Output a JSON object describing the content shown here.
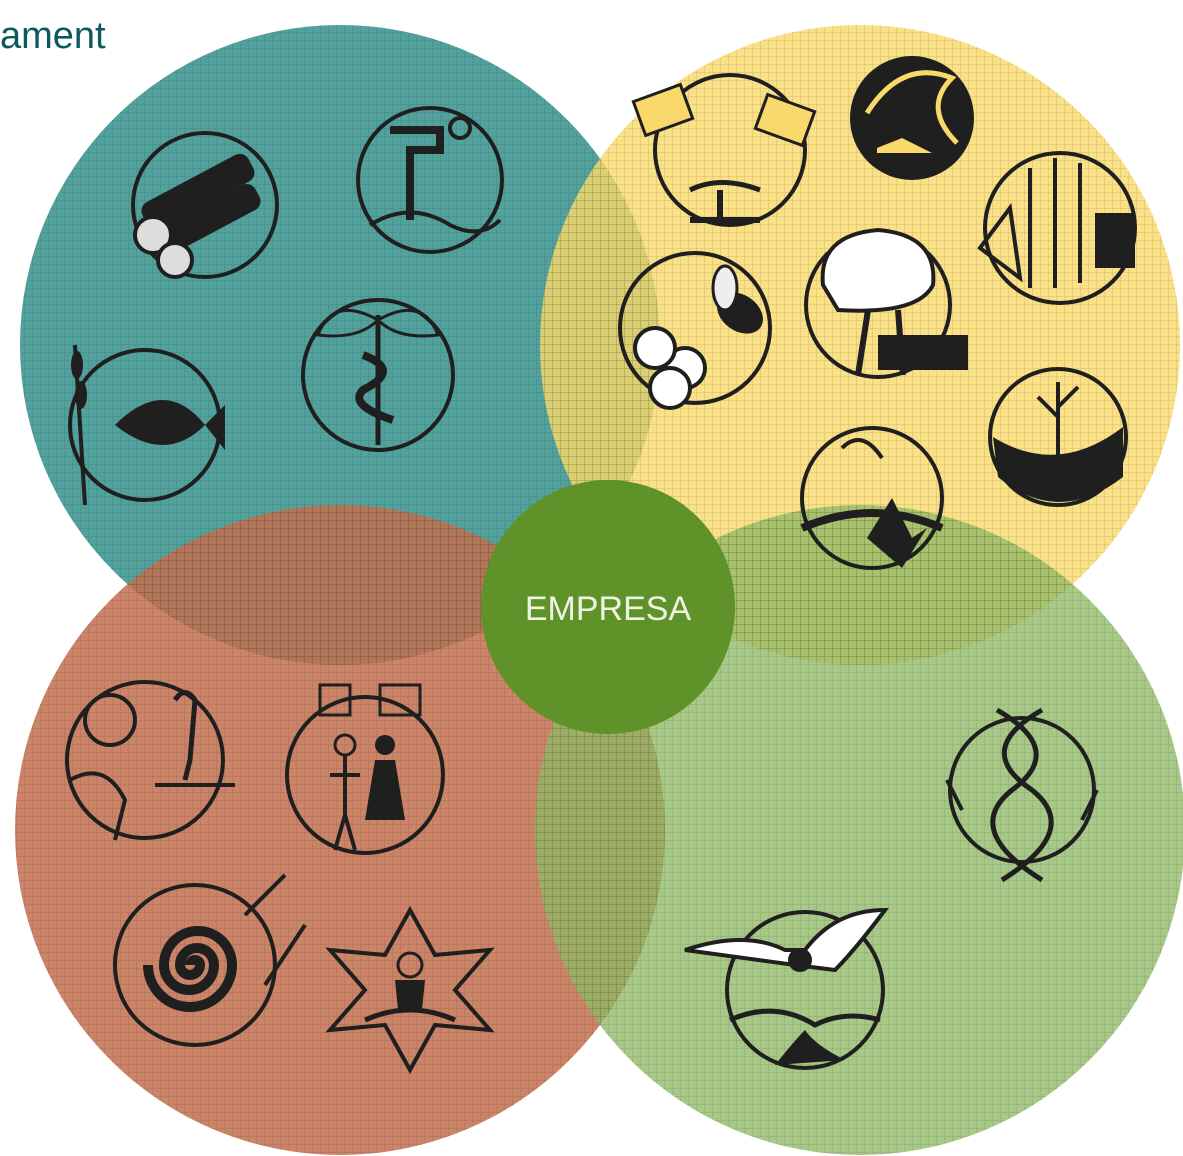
{
  "header": {
    "title_fragment": "ament"
  },
  "center": {
    "label": "EMPRESA"
  },
  "colors": {
    "title": "#0d5a5e",
    "teal": "#4a9c98",
    "yellow": "#f9d96b",
    "terracotta": "#c26e4e",
    "green": "#8fb865",
    "center": "#5f9228",
    "center_text": "#eef3e2",
    "icon_ink": "#1f1f1f"
  },
  "circles": [
    {
      "region": "teal",
      "icons": [
        "logs-icon",
        "water-tap-icon",
        "wheat-fish-icon",
        "medicine-plant-icon"
      ]
    },
    {
      "region": "yellow",
      "icons": [
        "co2-o2-tree-icon",
        "wave-icon",
        "soil-layers-icon",
        "bee-flower-icon",
        "tree-house-icon",
        "tree-roots-icon",
        "hands-bird-icon"
      ]
    },
    {
      "region": "terracotta",
      "icons": [
        "nature-observer-icon",
        "education-people-icon",
        "spiral-art-icon",
        "meditation-icon"
      ]
    },
    {
      "region": "green",
      "icons": [
        "dna-icon",
        "owl-landscape-icon"
      ]
    }
  ]
}
